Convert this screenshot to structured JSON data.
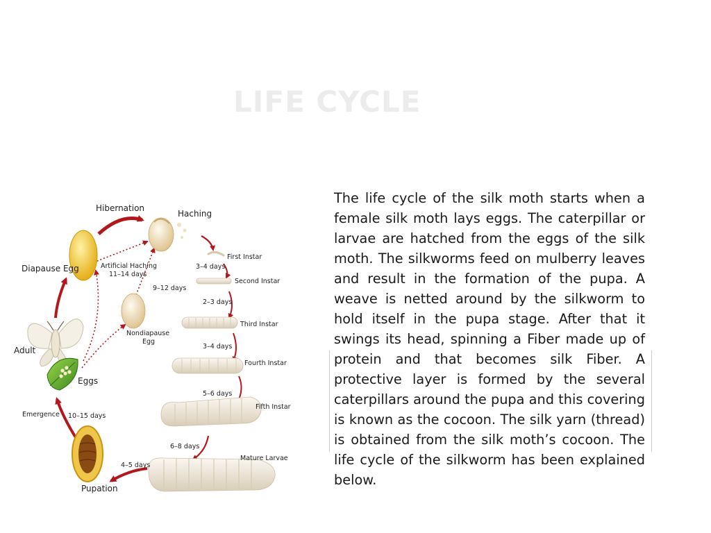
{
  "slide": {
    "title": "LIFE CYCLE",
    "description": "The life cycle of the silk moth starts when a female silk moth lays eggs. The caterpillar or larvae are hatched from the eggs of the silk moth. The silkworms feed on mulberry leaves and result in the formation of the pupa. A weave is netted around by the silkworm to hold itself in the pupa stage. After that it swings its head, spinning a Fiber made up of protein and that becomes silk Fiber. A protective layer is formed by the several caterpillars around the pupa and this covering is known as the cocoon. The silk yarn (thread) is obtained from the silk moth’s cocoon. The life cycle of the silkworm has been explained below."
  },
  "diagram": {
    "stages": {
      "hibernation": "Hibernation",
      "hatching": "Haching",
      "diapause_egg": "Diapause Egg",
      "artificial_hatching": "Artificial Haching",
      "artificial_hatching_days": "11–14 days",
      "nondiapause_egg_line1": "Nondiapause",
      "nondiapause_egg_line2": "Egg",
      "adult": "Adult",
      "eggs": "Eggs",
      "emergence": "Emergence",
      "pupation": "Pupation",
      "first_instar": "First Instar",
      "second_instar": "Second Instar",
      "third_instar": "Third Instar",
      "fourth_instar": "Fourth Instar",
      "fifth_instar": "Fifth Instar",
      "mature_larvae": "Mature Larvae"
    },
    "durations": {
      "nondiapause_to_hatch": "9–12 days",
      "first_to_second": "3–4 days",
      "second_to_third": "2–3 days",
      "third_to_fourth": "3–4 days",
      "fourth_to_fifth": "5–6 days",
      "fifth_to_mature": "6–8 days",
      "mature_to_pupa": "4–5 days",
      "pupa_to_adult": "10–15 days"
    },
    "colors": {
      "arrow": "#b3171c",
      "egg_yellow": "#f2c418",
      "egg_cream": "#efdcae",
      "larva": "#f3ece0",
      "leaf": "#5aa52a",
      "cocoon_gold": "#e8b524",
      "cocoon_brown": "#8a4b12"
    }
  }
}
